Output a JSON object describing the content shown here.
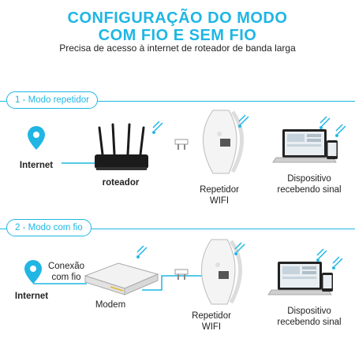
{
  "title": {
    "line1": "CONFIGURAÇÃO DO MODO",
    "line2": "COM FIO E SEM FIO"
  },
  "subtitle": "Precisa de acesso à internet de roteador de banda larga",
  "section1": {
    "label": "1 - Modo repetidor",
    "internet": "Internet",
    "router": "roteador",
    "repeater_line1": "Repetidor",
    "repeater_line2": "WIFI",
    "device_line1": "Dispositivo",
    "device_line2": "recebendo sinal"
  },
  "section2": {
    "label": "2 - Modo com fio",
    "connection_line1": "Conexão",
    "connection_line2": "com fio",
    "internet": "Internet",
    "modem": "Modem",
    "repeater_line1": "Repetidor",
    "repeater_line2": "WIFI",
    "device_line1": "Dispositivo",
    "device_line2": "recebendo sinal"
  },
  "colors": {
    "accent": "#1fb6e4"
  }
}
